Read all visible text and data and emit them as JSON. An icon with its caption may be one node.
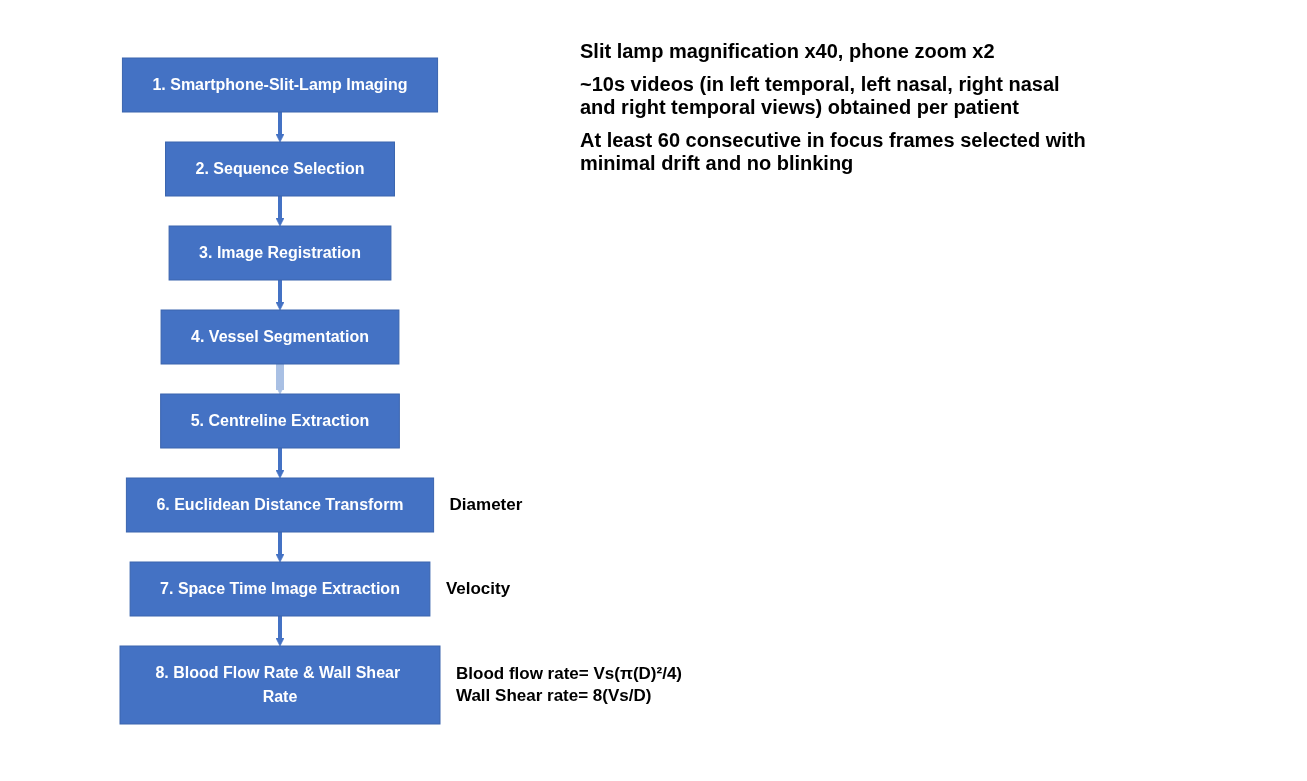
{
  "diagram": {
    "nodes": [
      {
        "text": [
          "1. Smartphone-Slit-Lamp Imaging"
        ]
      },
      {
        "text": [
          "2. Sequence Selection"
        ]
      },
      {
        "text": [
          "3. Image Registration"
        ]
      },
      {
        "text": [
          "4. Vessel Segmentation"
        ]
      },
      {
        "text": [
          "5. Centreline Extraction"
        ]
      },
      {
        "text": [
          "6. Euclidean Distance Transform"
        ],
        "beside": [
          "Diameter"
        ]
      },
      {
        "text": [
          "7. Space Time Image Extraction"
        ],
        "beside": [
          "Velocity"
        ]
      },
      {
        "text": [
          "8. Blood Flow Rate & Wall Shear Rate"
        ],
        "beside": [
          "Blood flow rate= Vs(π(D)²/4)",
          "Wall Shear rate= 8(Vs/D)"
        ]
      }
    ],
    "edges": [
      {
        "from": 0,
        "to": 1,
        "arrow": "to"
      },
      {
        "from": 1,
        "to": 2,
        "arrow": "to"
      },
      {
        "from": 2,
        "to": 3,
        "arrow": "to"
      },
      {
        "from": 3,
        "to": 4,
        "arrow": "to",
        "style": "thick",
        "color": "#a9c0e4"
      },
      {
        "from": 4,
        "to": 5,
        "arrow": "to"
      },
      {
        "from": 5,
        "to": 6,
        "arrow": "to"
      },
      {
        "from": 6,
        "to": 7,
        "arrow": "to"
      }
    ],
    "labels": [
      "Slit lamp magnification x40, phone zoom x2",
      "~10s videos (in left temporal, left nasal, right nasal and right temporal views) obtained per patient",
      "At least 60 consecutive in focus frames selected with minimal drift and no blinking"
    ]
  }
}
